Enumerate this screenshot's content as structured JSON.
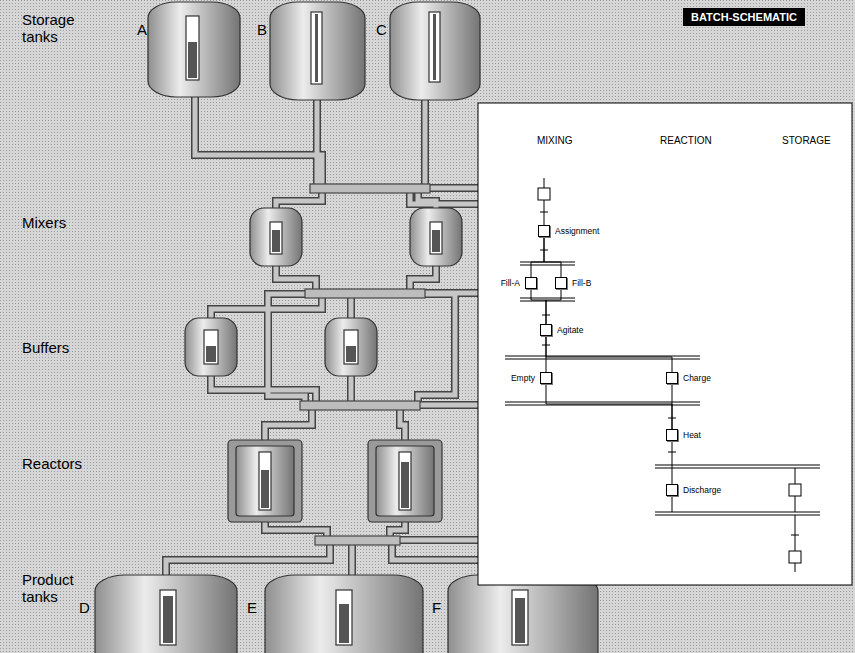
{
  "diagram": {
    "title": "BATCH-SCHEMATIC",
    "nodes": [
      {
        "text": [
          "Assignment"
        ]
      },
      {
        "text": [
          "Fill-A"
        ]
      },
      {
        "text": [
          "Fill-B"
        ]
      },
      {
        "text": [
          "Agitate"
        ]
      },
      {
        "text": [
          "Empty"
        ]
      },
      {
        "text": [
          "Charge"
        ]
      },
      {
        "text": [
          "Heat"
        ]
      },
      {
        "text": [
          "Discharge"
        ]
      }
    ],
    "edges": [
      {
        "from": 0,
        "to": 1,
        "arrow": "none"
      },
      {
        "from": 0,
        "to": 2,
        "arrow": "none"
      },
      {
        "from": 1,
        "to": 3,
        "arrow": "none"
      },
      {
        "from": 2,
        "to": 3,
        "arrow": "none"
      },
      {
        "from": 3,
        "to": 4,
        "arrow": "none"
      },
      {
        "from": 3,
        "to": 5,
        "arrow": "none"
      },
      {
        "from": 4,
        "to": 6,
        "arrow": "none"
      },
      {
        "from": 5,
        "to": 6,
        "arrow": "none"
      },
      {
        "from": 6,
        "to": 7,
        "arrow": "none"
      }
    ],
    "labels": [
      "Storage tanks",
      "A",
      "B",
      "C",
      "Mixers",
      "Buffers",
      "Reactors",
      "Product tanks",
      "D",
      "E",
      "F",
      "MIXING",
      "REACTION",
      "STORAGE"
    ]
  }
}
